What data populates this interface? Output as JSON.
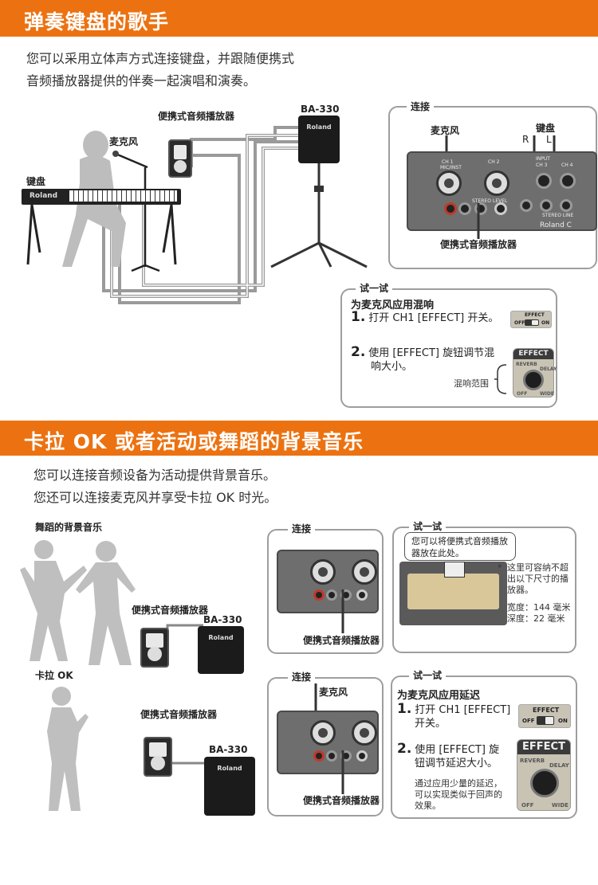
{
  "section1": {
    "heading": "弹奏键盘的歌手",
    "intro_line1": "您可以采用立体声方式连接键盘，并跟随便携式",
    "intro_line2": "音频播放器提供的伴奏一起演唱和演奏。",
    "label_player": "便携式音频播放器",
    "label_model": "BA-330",
    "label_mic": "麦克风",
    "label_keyboard": "键盘",
    "keyboard_logo": "Roland",
    "speaker_logo": "Roland",
    "connect_box": {
      "title": "连接",
      "mic": "麦克风",
      "keyboard": "键盘",
      "r": "R",
      "l": "L",
      "panel_input": "INPUT",
      "panel_ch1": "CH 1",
      "panel_ch2": "CH 2",
      "panel_ch3": "CH 3",
      "panel_ch4": "CH 4",
      "panel_micinst": "MIC/INST",
      "panel_stereo": "STEREO",
      "panel_level": "LEVEL",
      "panel_stereo_line": "STEREO LINE",
      "panel_brand": "Roland C",
      "player": "便携式音频播放器"
    },
    "try_box": {
      "title": "试一试",
      "subtitle": "为麦克风应用混响",
      "step1_num": "1.",
      "step1": "打开 CH1 [EFFECT] 开关。",
      "step2_num": "2.",
      "step2_line1": "使用 [EFFECT] 旋钮调节混",
      "step2_line2": "响大小。",
      "reverb_range": "混响范围",
      "switch_label": "EFFECT",
      "switch_off": "OFF",
      "switch_on": "ON",
      "knob_label": "EFFECT",
      "knob_reverb": "REVERB",
      "knob_delay": "DELAY",
      "knob_off": "OFF",
      "knob_wide": "WIDE"
    }
  },
  "section2": {
    "heading": "卡拉 OK 或者活动或舞蹈的背景音乐",
    "intro_line1": "您可以连接音频设备为活动提供背景音乐。",
    "intro_line2": "您还可以连接麦克风并享受卡拉 OK 时光。",
    "dance_label": "舞蹈的背景音乐",
    "dance_player": "便携式音频播放器",
    "dance_model": "BA-330",
    "karaoke_label": "卡拉 OK",
    "karaoke_player": "便携式音频播放器",
    "karaoke_model": "BA-330",
    "speaker_logo": "Roland",
    "connect1": {
      "title": "连接",
      "player": "便携式音频播放器"
    },
    "try1": {
      "title": "试一试",
      "callout_line1": "您可以将便携式音频播放",
      "callout_line2": "器放在此处。",
      "note_star": "*",
      "note_line1": "这里可容纳不超",
      "note_line2": "出以下尺寸的播",
      "note_line3": "放器。",
      "width": "宽度：144 毫米",
      "depth": "深度：22 毫米"
    },
    "connect2": {
      "title": "连接",
      "mic": "麦克风",
      "player": "便携式音频播放器"
    },
    "try2": {
      "title": "试一试",
      "subtitle": "为麦克风应用延迟",
      "step1_num": "1.",
      "step1_line1": "打开 CH1 [EFFECT]",
      "step1_line2": "开关。",
      "step2_num": "2.",
      "step2_line1": "使用 [EFFECT] 旋",
      "step2_line2": "钮调节延迟大小。",
      "note_line1": "通过应用少量的延迟，",
      "note_line2": "可以实现类似于回声的",
      "note_line3": "效果。",
      "switch_label": "EFFECT",
      "switch_off": "OFF",
      "switch_on": "ON",
      "knob_label": "EFFECT",
      "knob_reverb": "REVERB",
      "knob_delay": "DELAY",
      "knob_off": "OFF",
      "knob_wide": "WIDE"
    }
  }
}
